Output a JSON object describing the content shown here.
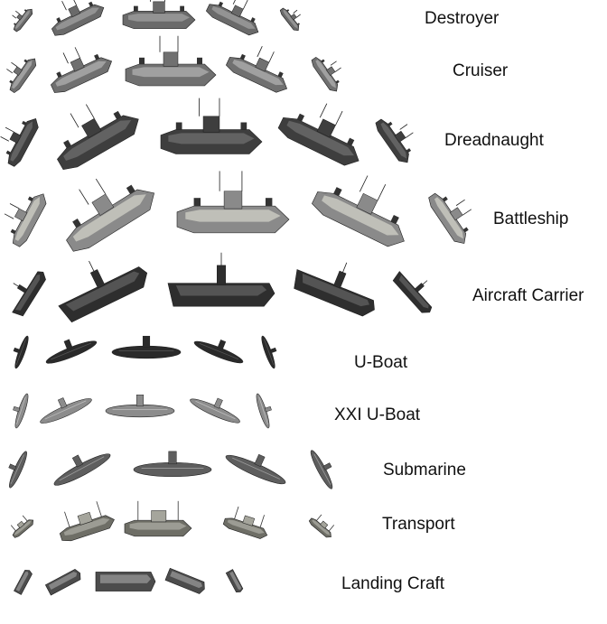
{
  "page": {
    "background": "#ffffff"
  },
  "rows": [
    {
      "key": "destroyer",
      "label": "Destroyer",
      "hull_color": "#6a6a6a",
      "deck_color": "#9a9a9a"
    },
    {
      "key": "cruiser",
      "label": "Cruiser",
      "hull_color": "#707070",
      "deck_color": "#a8a8a8"
    },
    {
      "key": "dreadnaught",
      "label": "Dreadnaught",
      "hull_color": "#3e3e3e",
      "deck_color": "#686868"
    },
    {
      "key": "battleship",
      "label": "Battleship",
      "hull_color": "#8a8a8a",
      "deck_color": "#c8c8c0"
    },
    {
      "key": "aircraft-carrier",
      "label": "Aircraft Carrier",
      "hull_color": "#2e2e2e",
      "deck_color": "#5a5a5a"
    },
    {
      "key": "u-boat",
      "label": "U-Boat",
      "hull_color": "#2a2a2a",
      "deck_color": "#555555"
    },
    {
      "key": "xxi-u-boat",
      "label": "XXI U-Boat",
      "hull_color": "#8c8c8c",
      "deck_color": "#bdbdbd"
    },
    {
      "key": "submarine",
      "label": "Submarine",
      "hull_color": "#5e5e5e",
      "deck_color": "#9c9c9c"
    },
    {
      "key": "transport",
      "label": "Transport",
      "hull_color": "#6e6e66",
      "deck_color": "#a5a59c"
    },
    {
      "key": "landing-craft",
      "label": "Landing Craft",
      "hull_color": "#4c4c4c",
      "deck_color": "#8e8e8e"
    }
  ],
  "views": [
    "northwest",
    "west-northwest",
    "west",
    "west-southwest",
    "southwest"
  ]
}
